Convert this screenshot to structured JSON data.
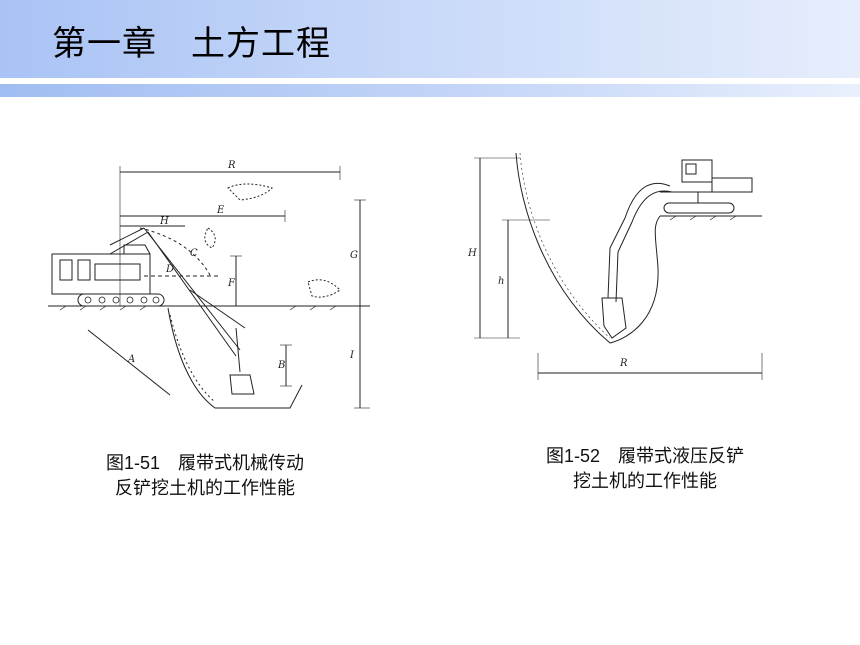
{
  "header": {
    "chapter": "第一章",
    "title": "土方工程"
  },
  "figure1": {
    "caption_num": "图1-51",
    "caption_line1": "履带式机械传动",
    "caption_line2": "反铲挖土机的工作性能",
    "labels": {
      "R": "R",
      "E": "E",
      "H": "H",
      "C": "C",
      "D": "D",
      "F": "F",
      "G": "G",
      "A": "A",
      "B": "B",
      "I": "I"
    }
  },
  "figure2": {
    "caption_num": "图1-52",
    "caption_line1": "履带式液压反铲",
    "caption_line2": "挖土机的工作性能",
    "labels": {
      "H": "H",
      "h": "h",
      "R": "R"
    }
  }
}
